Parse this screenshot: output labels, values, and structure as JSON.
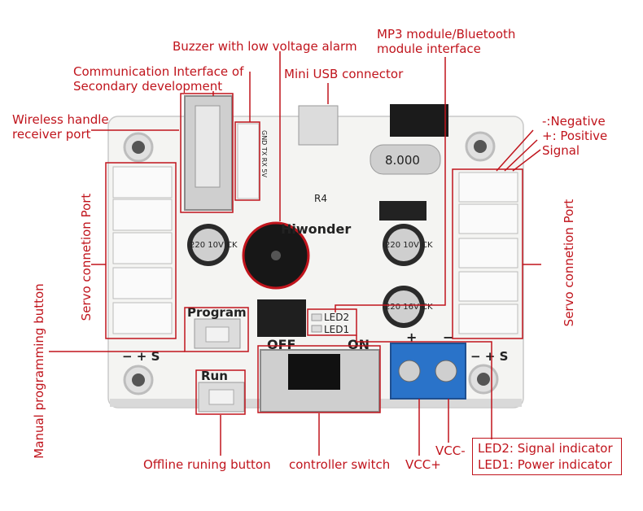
{
  "labels": {
    "buzzer": "Buzzer with low voltage alarm",
    "mp3_line1": "MP3 module/Bluetooth",
    "mp3_line2": "module interface",
    "comm_line1": "Communication Interface of",
    "comm_line2": "Secondary development",
    "mini_usb": "Mini USB connector",
    "wireless_line1": "Wireless handle",
    "wireless_line2": "receiver port",
    "negative": "-:Negative",
    "positive": "+: Positive",
    "signal": "Signal",
    "servo_left": "Servo connetion Port",
    "servo_right": "Servo connetion Port",
    "manual_prog": "Manual programming button",
    "offline_run": "Offline runing button",
    "controller_switch": "controller switch",
    "vcc_plus": "VCC+",
    "vcc_minus": "VCC-",
    "led2_indicator": "LED2: Signal indicator",
    "led1_indicator": "LED1: Power indicator"
  },
  "silkscreen": {
    "program": "Program",
    "run": "Run",
    "off": "OFF",
    "on": "ON",
    "led2": "LED2",
    "led1": "LED1",
    "brand": "Hiwonder",
    "r4": "R4",
    "crystal": "8.000",
    "cap_1": "220 10V CK",
    "cap_2": "220 10V CK",
    "cap_3": "220 16V CK",
    "pin_minus_plus_s_left": "− + S",
    "pin_minus_plus_s_right": "− + S",
    "header_pins": "GND TX RX 5V",
    "term_plus": "+",
    "term_minus": "−"
  },
  "colors": {
    "annotation": "#c0141c",
    "board": "#f4f4f2",
    "terminal": "#2a73c9"
  }
}
